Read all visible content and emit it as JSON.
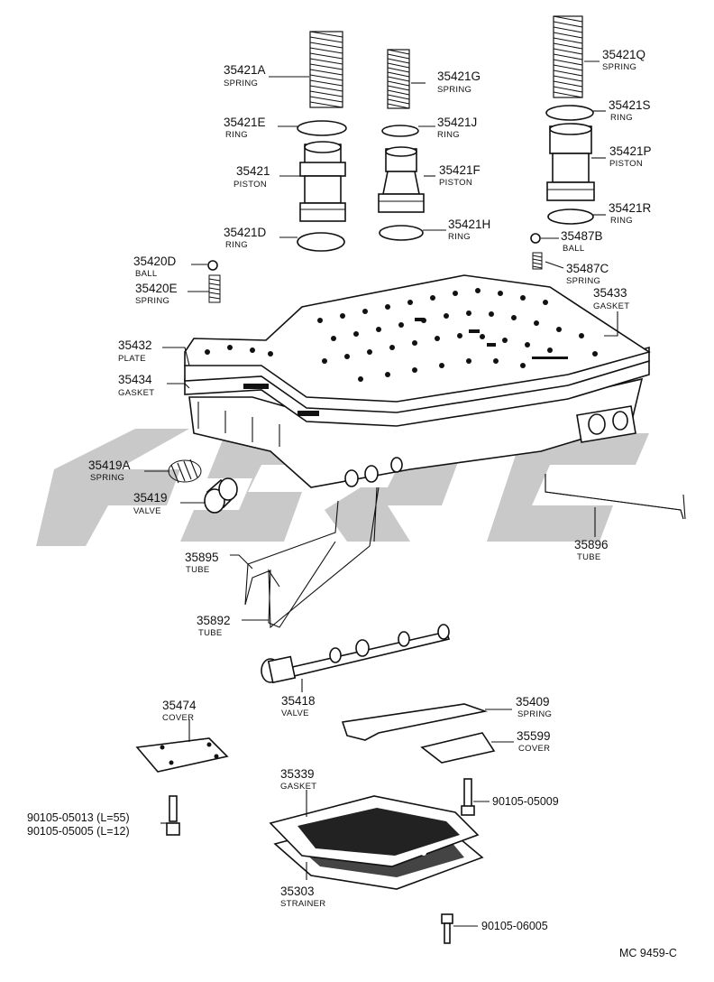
{
  "diagram_code": "MC 9459-C",
  "parts": [
    {
      "id": "p1",
      "number": "35421A",
      "name": "SPRING"
    },
    {
      "id": "p2",
      "number": "35421G",
      "name": "SPRING"
    },
    {
      "id": "p3",
      "number": "35421Q",
      "name": "SPRING"
    },
    {
      "id": "p4",
      "number": "35421E",
      "name": "RING"
    },
    {
      "id": "p5",
      "number": "35421J",
      "name": "RING"
    },
    {
      "id": "p6",
      "number": "35421S",
      "name": "RING"
    },
    {
      "id": "p7",
      "number": "35421",
      "name": "PISTON"
    },
    {
      "id": "p8",
      "number": "35421F",
      "name": "PISTON"
    },
    {
      "id": "p9",
      "number": "35421P",
      "name": "PISTON"
    },
    {
      "id": "p10",
      "number": "35421D",
      "name": "RING"
    },
    {
      "id": "p11",
      "number": "35421H",
      "name": "RING"
    },
    {
      "id": "p12",
      "number": "35421R",
      "name": "RING"
    },
    {
      "id": "p13",
      "number": "35487B",
      "name": "BALL"
    },
    {
      "id": "p14",
      "number": "35420D",
      "name": "BALL"
    },
    {
      "id": "p15",
      "number": "35487C",
      "name": "SPRING"
    },
    {
      "id": "p16",
      "number": "35420E",
      "name": "SPRING"
    },
    {
      "id": "p17",
      "number": "35433",
      "name": "GASKET"
    },
    {
      "id": "p18",
      "number": "35432",
      "name": "PLATE"
    },
    {
      "id": "p19",
      "number": "35434",
      "name": "GASKET"
    },
    {
      "id": "p20",
      "number": "35419A",
      "name": "SPRING"
    },
    {
      "id": "p21",
      "number": "35419",
      "name": "VALVE"
    },
    {
      "id": "p22",
      "number": "35896",
      "name": "TUBE"
    },
    {
      "id": "p23",
      "number": "35895",
      "name": "TUBE"
    },
    {
      "id": "p24",
      "number": "35892",
      "name": "TUBE"
    },
    {
      "id": "p25",
      "number": "35418",
      "name": "VALVE"
    },
    {
      "id": "p26",
      "number": "35474",
      "name": "COVER"
    },
    {
      "id": "p27",
      "number": "35409",
      "name": "SPRING"
    },
    {
      "id": "p28",
      "number": "35599",
      "name": "COVER"
    },
    {
      "id": "p29",
      "number": "35339",
      "name": "GASKET"
    },
    {
      "id": "p30",
      "number": "35303",
      "name": "STRAINER"
    }
  ],
  "bolts": [
    {
      "id": "b1",
      "code": "90105-05009"
    },
    {
      "id": "b2",
      "code": "90105-05013 (L=55)"
    },
    {
      "id": "b3",
      "code": "90105-05005 (L=12)"
    },
    {
      "id": "b4",
      "code": "90105-06005"
    }
  ]
}
